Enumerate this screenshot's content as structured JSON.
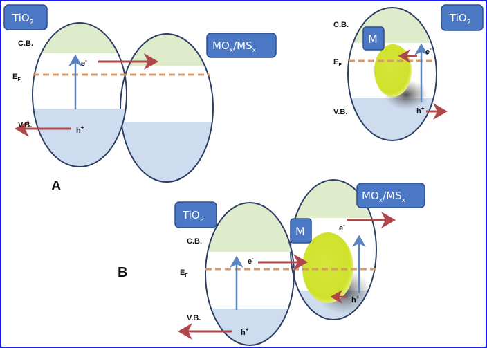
{
  "figure": {
    "panel_labels": {
      "a": "A",
      "b": "B"
    },
    "colors": {
      "frame_border": "#1a1af0",
      "conduction_band": "#dfeccb",
      "valence_band": "#cddcee",
      "ellipse_stroke": "#2d3e63",
      "fermi_line": "#d79a6a",
      "label_box": "#4a78c4",
      "label_box_stroke": "#2c4f8e",
      "electron_arrow": "#b0474a",
      "excitation_arrow": "#5a84c0",
      "metal_particle": "#d8ea3a"
    },
    "panel_a_left": {
      "material_label": "TiO",
      "material_sub": "2",
      "cb": "C.B.",
      "vb": "V.B.",
      "ef": "E",
      "ef_sub": "F",
      "electron": "e",
      "electron_sup": "-",
      "hole": "h",
      "hole_sup": "+",
      "partner_label": "MO",
      "partner_sub1": "x",
      "partner_mid": "/MS",
      "partner_sub2": "x"
    },
    "panel_a_right": {
      "material_label": "TiO",
      "material_sub": "2",
      "metal": "M",
      "cb": "C.B.",
      "vb": "V.B.",
      "ef": "E",
      "ef_sub": "F",
      "electron": "e",
      "electron_sup": "-",
      "hole": "h",
      "hole_sup": "+"
    },
    "panel_b": {
      "material_label": "TiO",
      "material_sub": "2",
      "metal": "M",
      "cb": "C.B.",
      "vb": "V.B.",
      "ef": "E",
      "ef_sub": "F",
      "electron": "e",
      "electron_sup": "-",
      "hole": "h",
      "hole_sup": "+",
      "partner_label": "MO",
      "partner_sub1": "x",
      "partner_mid": "/MS",
      "partner_sub2": "x"
    }
  }
}
